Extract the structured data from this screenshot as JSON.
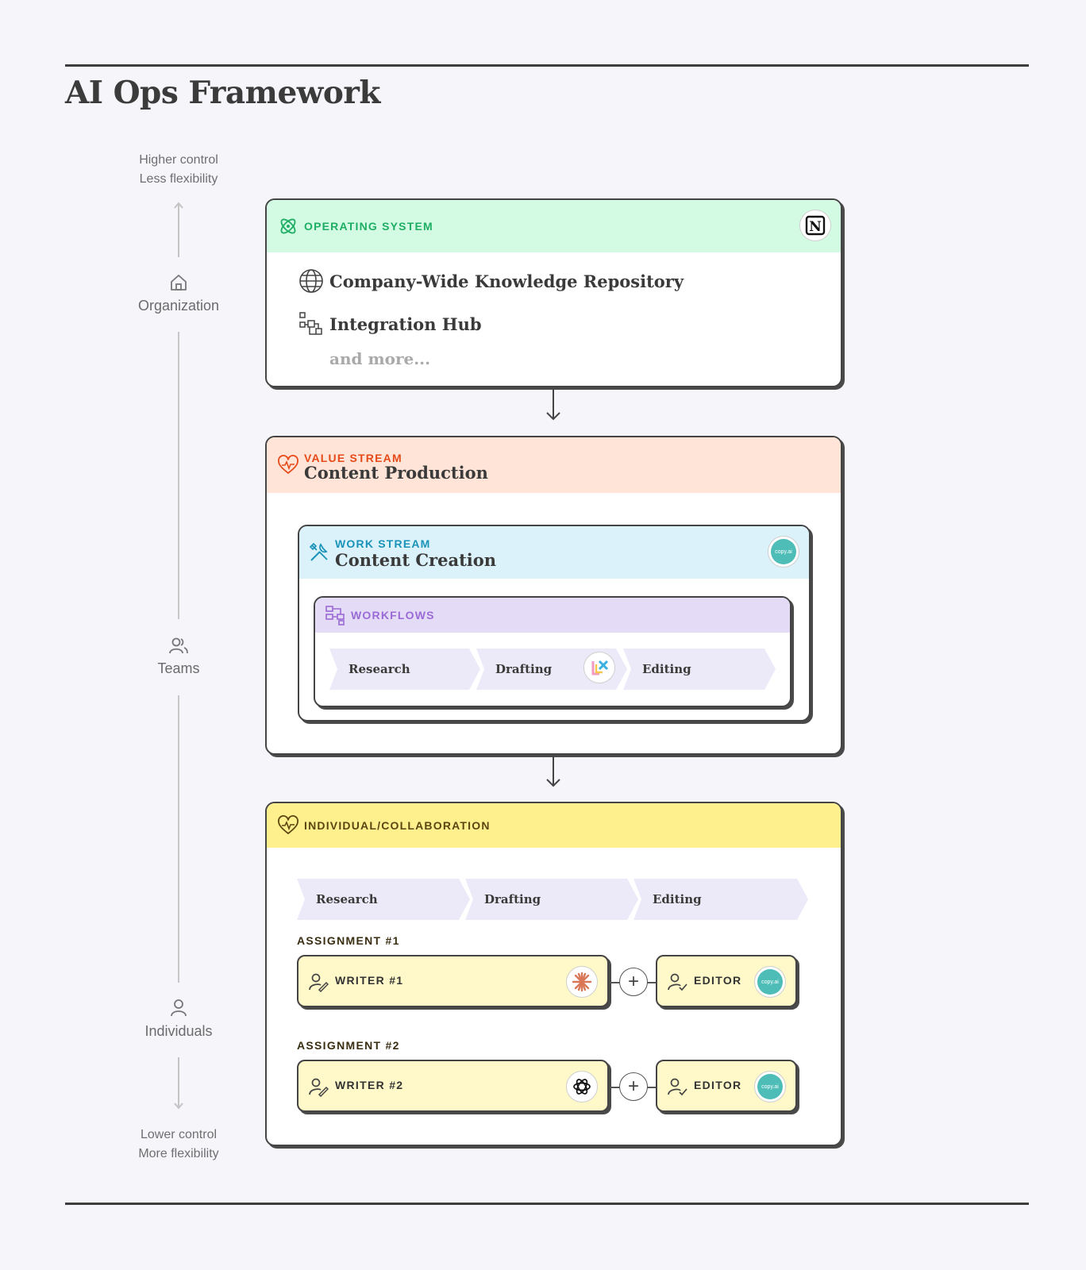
{
  "title": "AI Ops Framework",
  "axis": {
    "top": [
      "Higher control",
      "Less flexibility"
    ],
    "bottom": [
      "Lower control",
      "More flexibility"
    ],
    "levels": [
      "Organization",
      "Teams",
      "Individuals"
    ]
  },
  "operating_system": {
    "kicker": "OPERATING SYSTEM",
    "items": [
      "Company-Wide Knowledge Repository",
      "Integration Hub"
    ],
    "more": "and more...",
    "tool_icon": "notion-logo"
  },
  "value_stream": {
    "kicker": "VALUE STREAM",
    "title": "Content Production"
  },
  "work_stream": {
    "kicker": "WORK STREAM",
    "title": "Content Creation",
    "tool_badge": "copy.ai"
  },
  "workflows": {
    "kicker": "WORKFLOWS",
    "steps": [
      "Research",
      "Drafting",
      "Editing"
    ]
  },
  "individual": {
    "kicker": "INDIVIDUAL/COLLABORATION",
    "steps": [
      "Research",
      "Drafting",
      "Editing"
    ],
    "assignments": [
      {
        "label": "ASSIGNMENT #1",
        "writer": "WRITER #1",
        "writer_tool": "claude-logo",
        "editor": "EDITOR",
        "editor_tool": "copy.ai"
      },
      {
        "label": "ASSIGNMENT #2",
        "writer": "WRITER #2",
        "writer_tool": "openai-logo",
        "editor": "EDITOR",
        "editor_tool": "copy.ai"
      }
    ]
  },
  "colors": {
    "os_header": "#d3fbe4",
    "os_accent": "#1dae63",
    "vs_header": "#ffe4d7",
    "vs_accent": "#e64a19",
    "ws_header": "#dbf2fb",
    "ws_accent": "#1a93b8",
    "wf_header": "#e4dcf6",
    "wf_accent": "#9a6ad6",
    "ind_header": "#fff08e",
    "ind_accent": "#5a4610"
  }
}
